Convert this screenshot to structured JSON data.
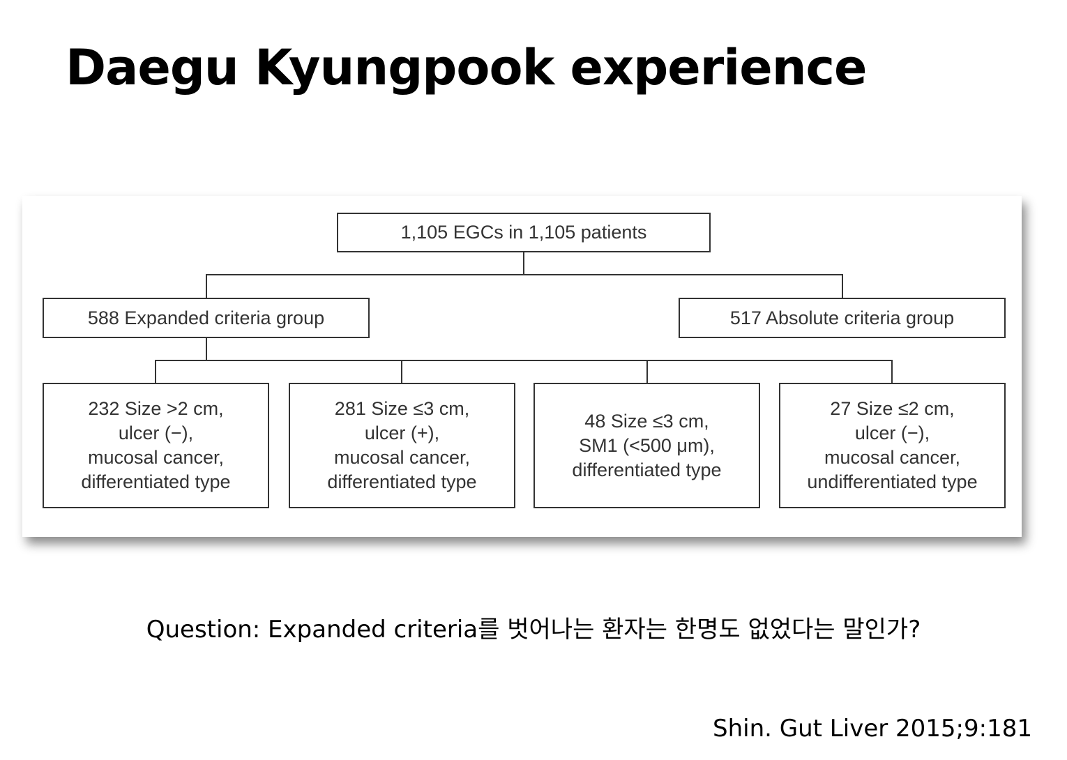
{
  "slide": {
    "title": "Daegu Kyungpook experience",
    "question": "Question: Expanded criteria를 벗어나는 환자는 한명도 없었다는 말인가?",
    "citation": "Shin. Gut Liver 2015;9:181"
  },
  "diagram": {
    "root": "1,105 EGCs in 1,105 patients",
    "groups": [
      {
        "label": "588 Expanded criteria group"
      },
      {
        "label": "517 Absolute criteria group"
      }
    ],
    "subgroups": [
      {
        "lines": [
          "232 Size >2 cm,",
          "ulcer (−),",
          "mucosal cancer,",
          "differentiated type"
        ]
      },
      {
        "lines": [
          "281 Size ≤3 cm,",
          "ulcer (+),",
          "mucosal cancer,",
          "differentiated type"
        ]
      },
      {
        "lines": [
          "48 Size ≤3 cm,",
          "SM1 (<500 μm),",
          "differentiated type"
        ]
      },
      {
        "lines": [
          "27 Size ≤2 cm,",
          "ulcer (−),",
          "mucosal cancer,",
          "undifferentiated type"
        ]
      }
    ]
  }
}
